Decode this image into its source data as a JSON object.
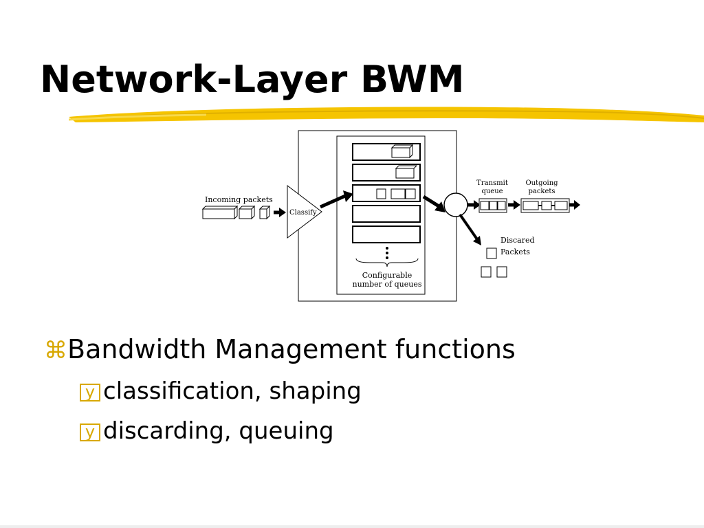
{
  "slide": {
    "title": "Network-Layer BWM"
  },
  "diagram": {
    "labels": {
      "incoming": "Incoming packets",
      "classify": "Classify",
      "transmit_line1": "Transmit",
      "transmit_line2": "queue",
      "outgoing_line1": "Outgoing",
      "outgoing_line2": "packets",
      "discard_line1": "Discared",
      "discard_line2": "Packets",
      "configurable_line1": "Configurable",
      "configurable_line2": "number of queues"
    }
  },
  "bullets": {
    "main": {
      "marker": "⌘",
      "text": "Bandwidth Management functions"
    },
    "sub": [
      {
        "marker": "y",
        "text": "classification, shaping"
      },
      {
        "marker": "y",
        "text": "discarding, queuing"
      }
    ]
  },
  "colors": {
    "accent": "#f5c400",
    "accent_dark": "#d8a800"
  }
}
